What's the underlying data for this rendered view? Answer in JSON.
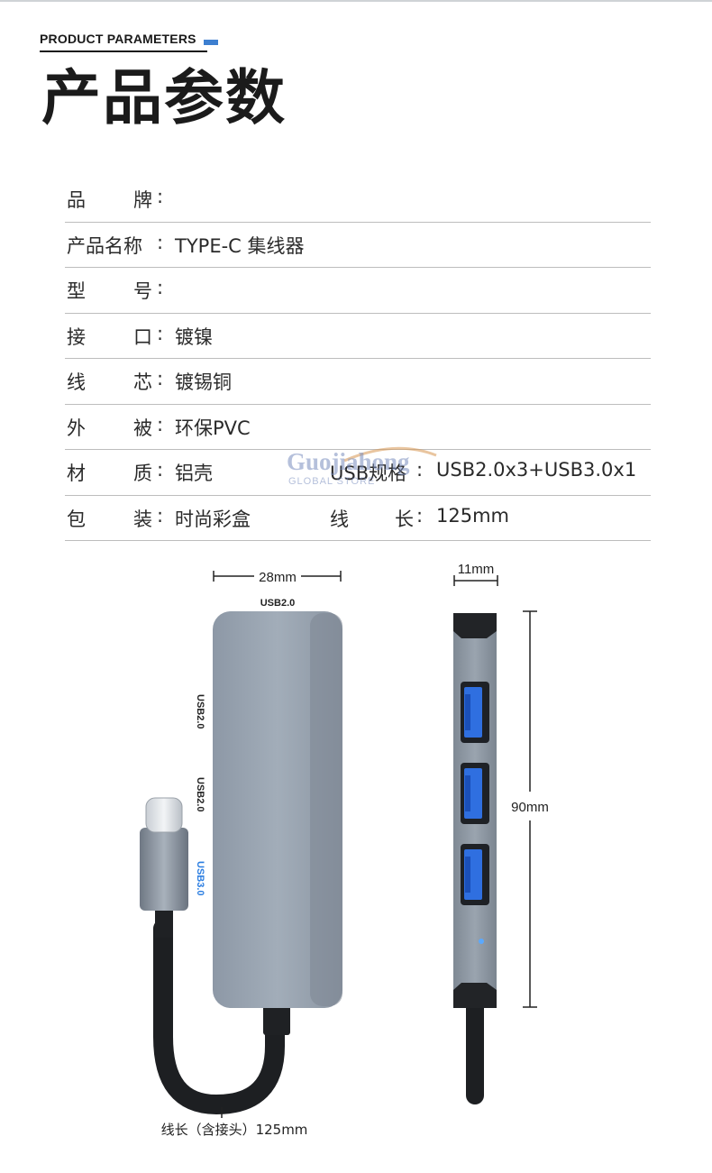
{
  "header": {
    "label": "PRODUCT PARAMETERS",
    "title": "产品参数"
  },
  "specs": [
    {
      "label_a": "品",
      "label_b": "牌",
      "colon": ":",
      "value": ""
    },
    {
      "label": "产品名称",
      "colon": ":",
      "value": "TYPE-C 集线器"
    },
    {
      "label_a": "型",
      "label_b": "号",
      "colon": ":",
      "value": ""
    },
    {
      "label_a": "接",
      "label_b": "口",
      "colon": ":",
      "value": "镀镍"
    },
    {
      "label_a": "线",
      "label_b": "芯",
      "colon": ":",
      "value": "镀锡铜"
    },
    {
      "label_a": "外",
      "label_b": "被",
      "colon": ":",
      "value": "环保PVC"
    },
    {
      "label_a": "材",
      "label_b": "质",
      "colon": ":",
      "value": "铝壳",
      "label2": "USB规格",
      "colon2": ":",
      "value2": "USB2.0x3+USB3.0x1"
    },
    {
      "label_a": "包",
      "label_b": "装",
      "colon": ":",
      "value": "时尚彩盒",
      "label2_a": "线",
      "label2_b": "长",
      "colon2": ":",
      "value2": "125mm"
    }
  ],
  "watermark": {
    "text": "Guojiahong",
    "sub": "GLOBAL STORE"
  },
  "diagram": {
    "width_dim": "28mm",
    "thickness_dim": "11mm",
    "height_dim": "90mm",
    "top_port_label": "USB2.0",
    "side_port_labels": [
      "USB2.0",
      "USB2.0",
      "USB3.0"
    ],
    "cable_label": "线长（含接头）125mm"
  },
  "colors": {
    "accent_blue": "#3d7fd0",
    "usb3_label": "#2a7de1",
    "hub_body": "#8f9aa6",
    "port_blue": "#2f6fe0"
  }
}
